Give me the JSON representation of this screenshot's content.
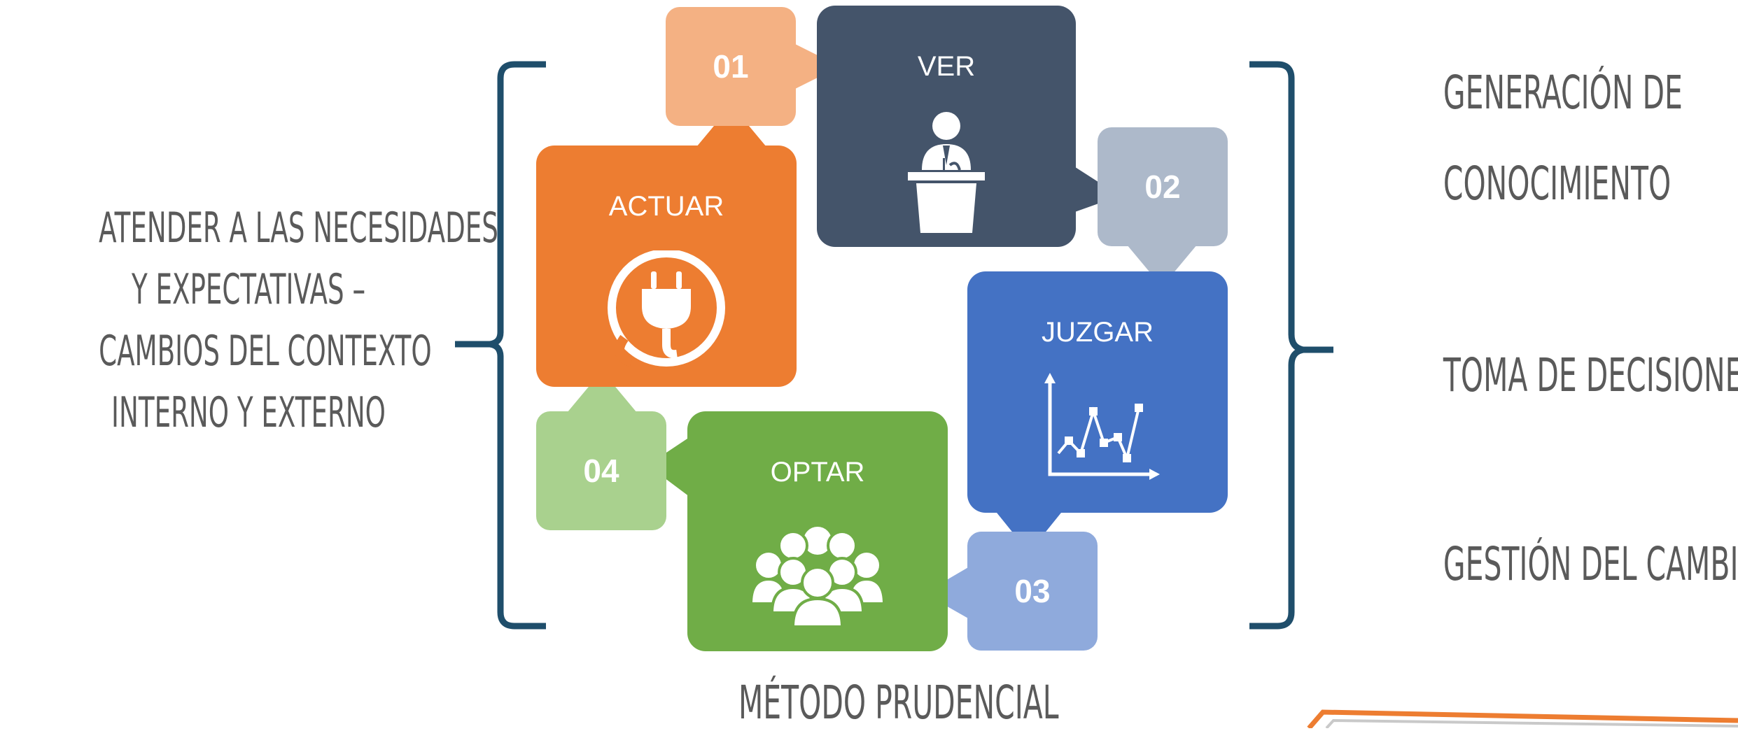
{
  "left_text": {
    "lines": [
      "ATENDER A LAS NECESIDADES",
      "Y EXPECTATIVAS –",
      "CAMBIOS DEL CONTEXTO",
      "INTERNO Y EXTERNO"
    ]
  },
  "cycle": {
    "steps": [
      {
        "number": "01",
        "label": "VER",
        "icon": "speaker-podium-icon",
        "color": "#44546a",
        "number_color": "#f4b183"
      },
      {
        "number": "02",
        "label": "JUZGAR",
        "icon": "line-chart-icon",
        "color": "#4472c4",
        "number_color": "#adb9ca"
      },
      {
        "number": "03",
        "label": "OPTAR",
        "icon": "group-people-icon",
        "color": "#70ad47",
        "number_color": "#8faadc"
      },
      {
        "number": "04",
        "label": "ACTUAR",
        "icon": "power-plug-icon",
        "color": "#ed7d31",
        "number_color": "#a9d18e"
      }
    ]
  },
  "right_text": {
    "item1": "GENERACIÓN DE",
    "item1b": "CONOCIMIENTO",
    "item2": "TOMA DE DECISIONES",
    "item3": "GESTIÓN DEL CAMBIO"
  },
  "title": "MÉTODO PRUDENCIAL",
  "colors": {
    "bracket": "#1f4e6b",
    "text": "#5a5a5a",
    "accent_orange": "#ed7d31"
  }
}
